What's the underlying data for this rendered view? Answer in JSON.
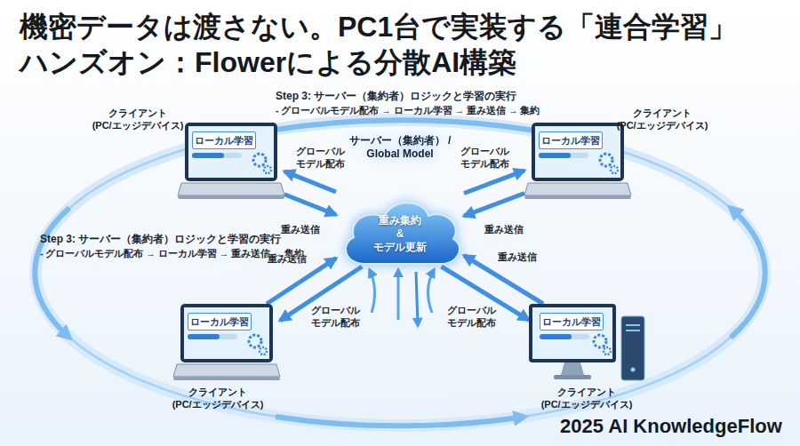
{
  "diagram": {
    "title": "機密データは渡さない。PC1台で実装する「連合学習」 ハンズオン：Flowerによる分散AI構築",
    "nodes": [
      {
        "text": [
          "クライアント (PC/エッジデバイス)",
          "ローカル学習"
        ]
      },
      {
        "text": [
          "クライアント (PC/エッジデバイス)",
          "ローカル学習"
        ]
      },
      {
        "text": [
          "サーバー（集約者） / Global Model",
          "重み集約 & モデル更新"
        ]
      },
      {
        "text": [
          "クライアント (PC/エッジデバイス)",
          "ローカル学習"
        ]
      },
      {
        "text": [
          "クライアント (PC/エッジデバイス)",
          "ローカル学習"
        ]
      }
    ],
    "edges": [
      {
        "from": 2,
        "to": 0,
        "arrow": "to",
        "label": "グローバル モデル配布"
      },
      {
        "from": 0,
        "to": 2,
        "arrow": "to",
        "label": "重み送信"
      },
      {
        "from": 2,
        "to": 1,
        "arrow": "to",
        "label": "グローバル モデル配布"
      },
      {
        "from": 1,
        "to": 2,
        "arrow": "to",
        "label": "重み送信"
      },
      {
        "from": 2,
        "to": 3,
        "arrow": "to",
        "label": "グローバル モデル配布"
      },
      {
        "from": 3,
        "to": 2,
        "arrow": "to",
        "label": "重み送信"
      },
      {
        "from": 2,
        "to": 4,
        "arrow": "to",
        "label": "グローバル モデル配布"
      },
      {
        "from": 4,
        "to": 2,
        "arrow": "to",
        "label": "重み送信"
      }
    ],
    "labels": [
      "Step 3: サーバー（集約者）ロジックと学習の実行",
      "- グローバルモデル配布 → ローカル学習 → 重み送信 → 集約",
      "Step 3: サーバー（集約者）ロジックと学習の実行",
      "- グローバルモデル配布 → ローカル学習 → 重み送信 → 集約",
      "2025 AI KnowledgeFlow"
    ]
  }
}
